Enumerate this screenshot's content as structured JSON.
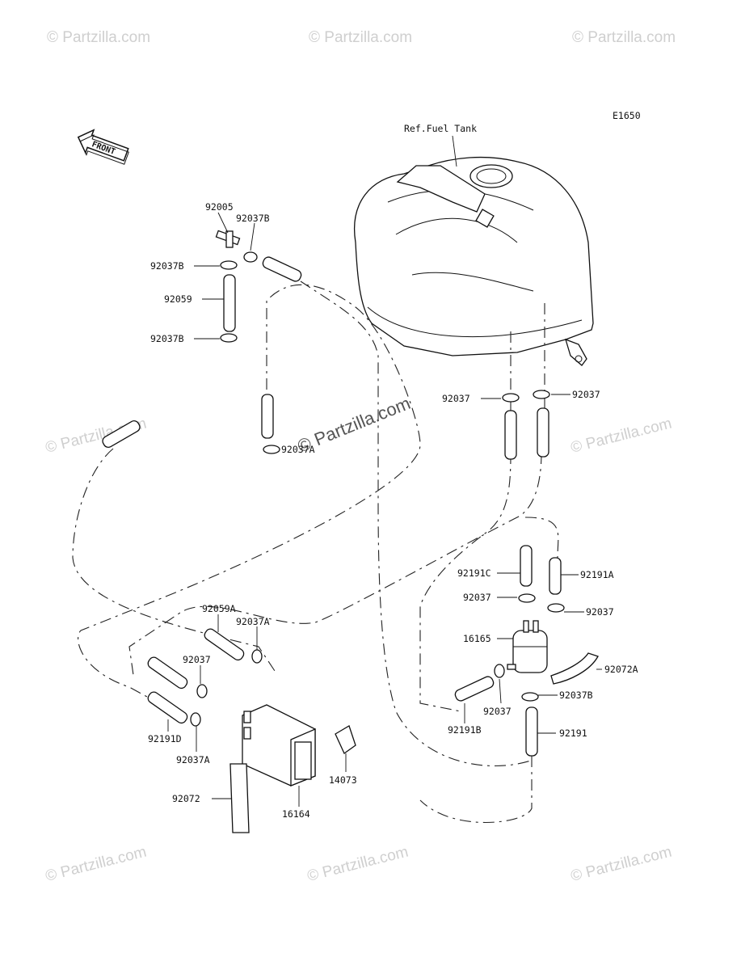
{
  "diagram_code": "E1650",
  "front_label": "FRONT",
  "ref_label": "Ref.Fuel Tank",
  "watermark": "© Partzilla.com",
  "watermark_center": "© Partzilla.com",
  "parts": {
    "p92005": "92005",
    "p92037B_a": "92037B",
    "p92037B_b": "92037B",
    "p92059": "92059",
    "p92037B_c": "92037B",
    "p92037_l": "92037",
    "p92037_r": "92037",
    "p92037A_mid": "92037A",
    "p92191C": "92191C",
    "p92191A": "92191A",
    "p92037_fl": "92037",
    "p92037_fr": "92037",
    "p16165": "16165",
    "p92072A": "92072A",
    "p92037B_low": "92037B",
    "p92037_low": "92037",
    "p92191B": "92191B",
    "p92191": "92191",
    "p92059A": "92059A",
    "p92037A_up": "92037A",
    "p92037_c": "92037",
    "p92191D": "92191D",
    "p92037A_low": "92037A",
    "p92072": "92072",
    "p16164": "16164",
    "p14073": "14073"
  }
}
